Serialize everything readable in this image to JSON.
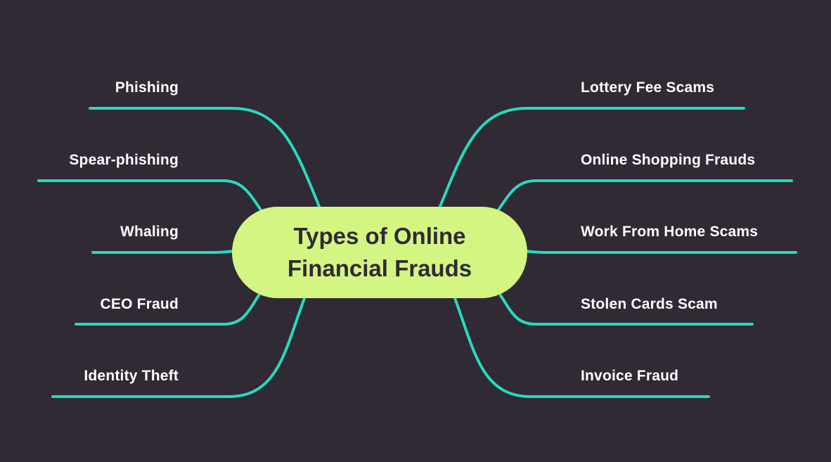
{
  "center": {
    "title_line1": "Types of Online",
    "title_line2": "Financial Frauds"
  },
  "left_branches": [
    {
      "label": "Phishing"
    },
    {
      "label": "Spear-phishing"
    },
    {
      "label": "Whaling"
    },
    {
      "label": "CEO Fraud"
    },
    {
      "label": "Identity Theft"
    }
  ],
  "right_branches": [
    {
      "label": "Lottery Fee Scams"
    },
    {
      "label": "Online Shopping Frauds"
    },
    {
      "label": "Work From Home Scams"
    },
    {
      "label": "Stolen Cards Scam"
    },
    {
      "label": "Invoice Fraud"
    }
  ],
  "colors": {
    "background": "#2f2a33",
    "branch_line": "#2ad8c0",
    "center_fill": "#d4f582",
    "center_text": "#2f2a33",
    "label_text": "#ffffff"
  }
}
